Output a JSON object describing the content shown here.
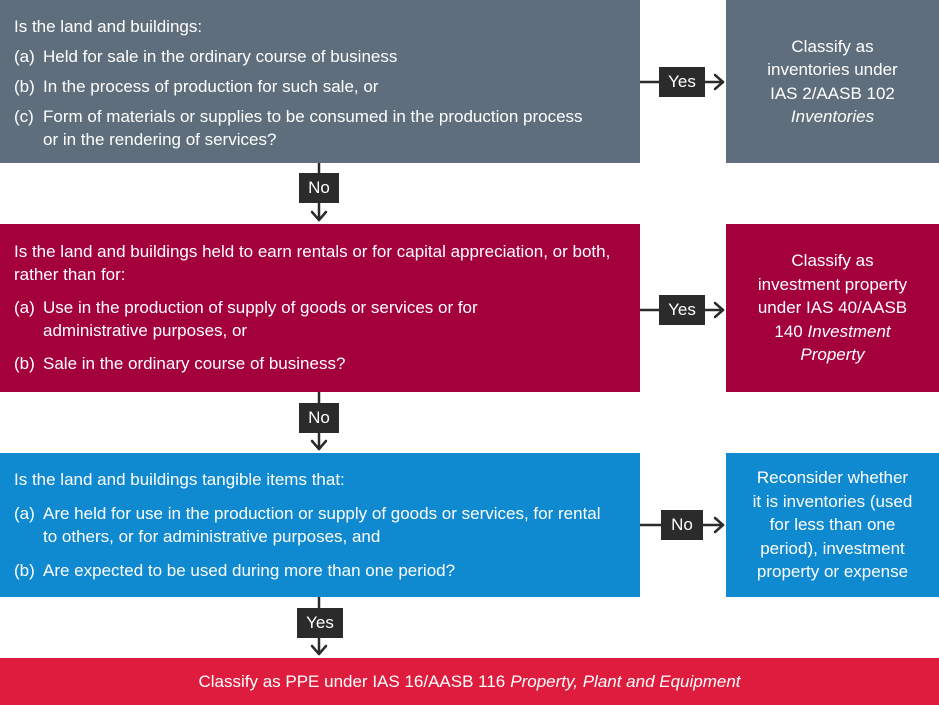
{
  "q1": {
    "intro": "Is the land and buildings:",
    "items": [
      {
        "marker": "(a)",
        "text": "Held for sale in the ordinary course of business"
      },
      {
        "marker": "(b)",
        "text": "In the process of production for such sale, or"
      },
      {
        "marker": "(c)",
        "text": "Form of materials or supplies to be consumed in the production process or in the rendering of services?"
      }
    ],
    "yes_label": "Yes",
    "no_label": "No"
  },
  "r1": {
    "lines": [
      "Classify as",
      "inventories under",
      "IAS 2/AASB 102"
    ],
    "italic": "Inventories"
  },
  "q2": {
    "intro": "Is the land and buildings held to earn rentals or for capital appreciation, or both, rather than for:",
    "items": [
      {
        "marker": "(a)",
        "text": "Use in the production of supply of goods or services or for administrative purposes, or"
      },
      {
        "marker": "(b)",
        "text": "Sale in the ordinary course of business?"
      }
    ],
    "yes_label": "Yes",
    "no_label": "No"
  },
  "r2": {
    "lines": [
      "Classify as",
      "investment property",
      "under IAS 40/AASB",
      "140"
    ],
    "italic_a": "Investment",
    "italic_b": "Property"
  },
  "q3": {
    "intro": "Is the land and buildings tangible items that:",
    "items": [
      {
        "marker": "(a)",
        "text": "Are held for use in the production or supply of goods or services, for rental to others, or for administrative purposes, and"
      },
      {
        "marker": "(b)",
        "text": "Are expected to be used during more than one period?"
      }
    ],
    "no_label": "No",
    "yes_label": "Yes"
  },
  "r3": {
    "lines": [
      "Reconsider whether",
      "it is inventories (used",
      "for less than one",
      "period), investment",
      "property or expense"
    ]
  },
  "final": {
    "text": "Classify as PPE under IAS 16/AASB 116",
    "italic": "Property, Plant and Equipment"
  },
  "colors": {
    "q1": "#5f6e7c",
    "q2": "#a4003c",
    "q3": "#0f89cf",
    "final": "#de1c3d",
    "tag": "#2b2b2b"
  }
}
